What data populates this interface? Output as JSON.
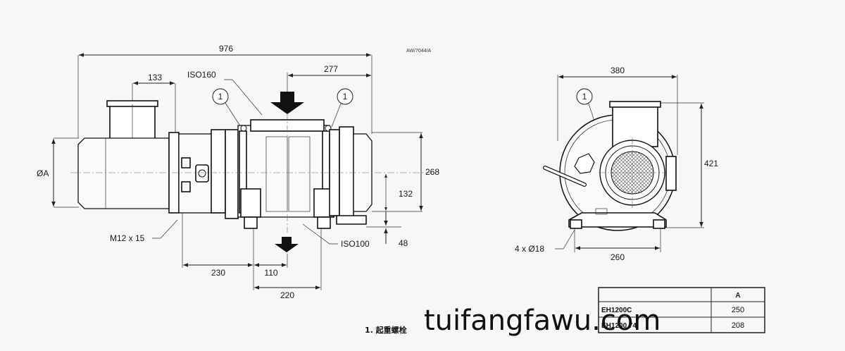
{
  "drawing_ref": "AW/7044/A",
  "dimensions": {
    "overall_length": "976",
    "motor_inlet_offset": "133",
    "inlet_offset": "277",
    "height_268": "268",
    "height_132": "132",
    "height_48": "48",
    "base_230": "230",
    "base_110": "110",
    "base_220": "220",
    "side_width": "380",
    "side_height": "421",
    "side_base": "260",
    "diameter": "ØA"
  },
  "labels": {
    "inlet_flange": "ISO160",
    "outlet_flange": "ISO100",
    "bolt": "M12 x 15",
    "feet_holes": "4 x Ø18",
    "callout": "1"
  },
  "table": {
    "header": "A",
    "rows": [
      {
        "model": "EH1200C",
        "value": "250"
      },
      {
        "model": "EH1200 74",
        "value": "208"
      }
    ]
  },
  "note": "1.  起重螺栓",
  "watermark": "tuifangfawu.com"
}
